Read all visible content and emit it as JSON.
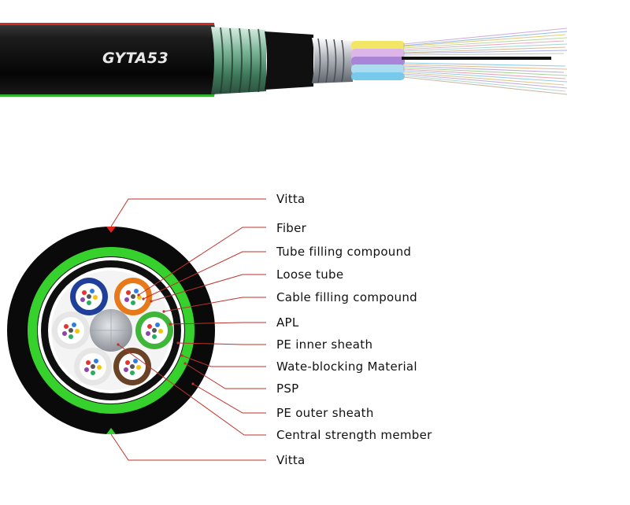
{
  "cable_model": "GYTA53",
  "callouts": [
    {
      "id": "vitta-top",
      "label": "Vitta"
    },
    {
      "id": "fiber",
      "label": "Fiber"
    },
    {
      "id": "tube-filling",
      "label": "Tube filling compound"
    },
    {
      "id": "loose-tube",
      "label": "Loose tube"
    },
    {
      "id": "cable-filling",
      "label": "Cable filling compound"
    },
    {
      "id": "apl",
      "label": "APL"
    },
    {
      "id": "pe-inner",
      "label": "PE inner sheath"
    },
    {
      "id": "water-blocking",
      "label": "Wate-blocking Material"
    },
    {
      "id": "psp",
      "label": "PSP"
    },
    {
      "id": "pe-outer",
      "label": "PE outer sheath"
    },
    {
      "id": "central-member",
      "label": "Central strength member"
    },
    {
      "id": "vitta-bottom",
      "label": "Vitta"
    }
  ],
  "colors": {
    "outer_sheath": "#0a0a0a",
    "green_ring": "#36d12c",
    "callout_line": "#c0322b",
    "vitta_top": "#e1251b",
    "vitta_bottom": "#36d12c",
    "tube_blue": "#1f3f9a",
    "tube_orange": "#e67a1a",
    "tube_green": "#3fb53a",
    "tube_white": "#f2f2f2",
    "tube_brown": "#6a4226",
    "central_member": "#b9bcc2"
  }
}
